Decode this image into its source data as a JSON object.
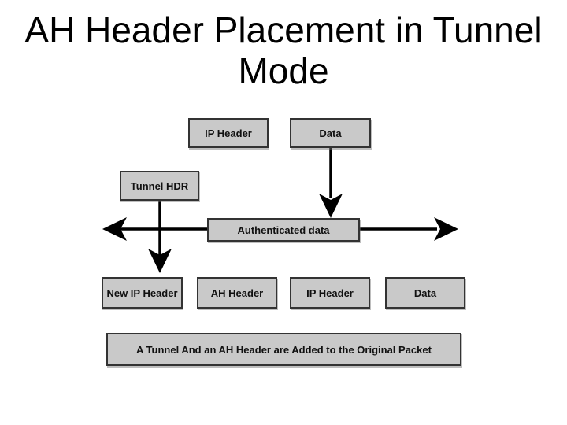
{
  "title": {
    "line1": "AH Header Placement in Tunnel",
    "line2": "Mode"
  },
  "diagram": {
    "boxes": {
      "ip_header_top": "IP Header",
      "data_top": "Data",
      "tunnel_hdr": "Tunnel HDR",
      "authenticated_data": "Authenticated data",
      "new_ip_header": "New IP Header",
      "ah_header": "AH Header",
      "ip_header_bottom": "IP Header",
      "data_bottom": "Data"
    },
    "caption": "A Tunnel And an AH Header are Added to the Original Packet",
    "arrows": [
      {
        "name": "data-to-authenticated-arrow",
        "direction": "down"
      },
      {
        "name": "tunnel-hdr-to-new-ip-header-arrow",
        "direction": "down"
      },
      {
        "name": "authenticated-coverage-arrow",
        "direction": "left-right"
      }
    ],
    "colors": {
      "background": "#ffffff",
      "box_fill": "#c9c9c9",
      "box_border": "#333333",
      "arrow": "#000000",
      "title_text": "#000000"
    }
  }
}
